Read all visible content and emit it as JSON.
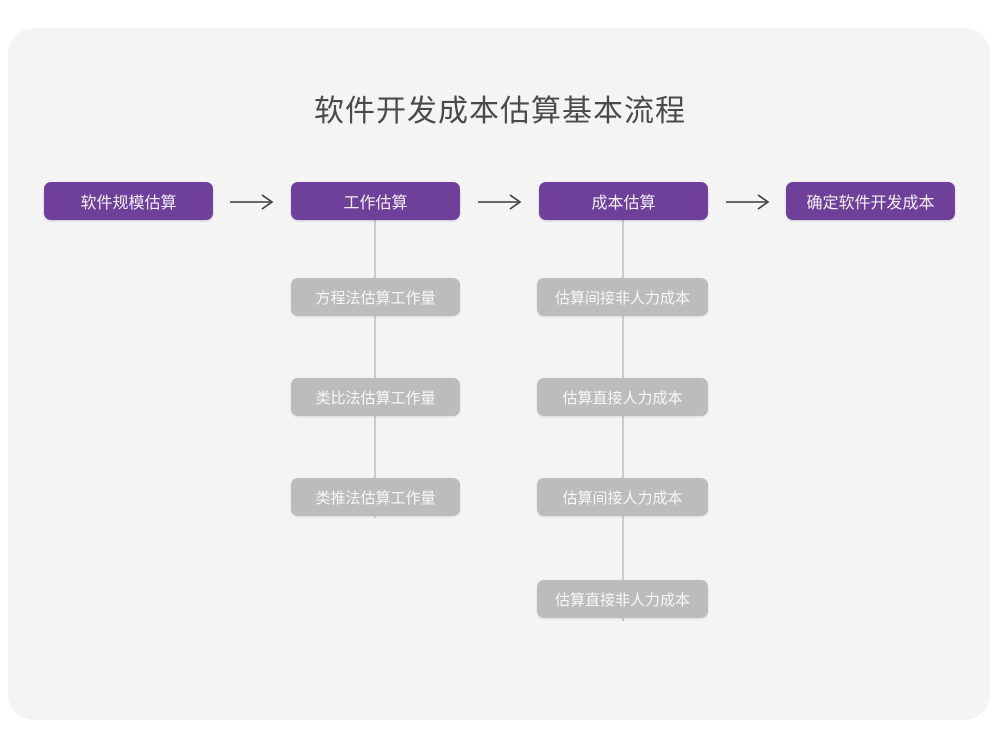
{
  "diagram": {
    "type": "flowchart",
    "title": "软件开发成本估算基本流程",
    "colors": {
      "page_background": "#ffffff",
      "card_background": "#f4f4f5",
      "primary_node": "#6f4099",
      "primary_node_text": "#f2eef7",
      "secondary_node": "#bcbcbc",
      "secondary_node_text": "#f7f7f7",
      "title_text": "#4a4a4a",
      "connector": "#cdcdcd",
      "arrow": "#3a3a3a"
    },
    "main_flow": [
      {
        "id": "step1",
        "label": "软件规模估算"
      },
      {
        "id": "step2",
        "label": "工作估算"
      },
      {
        "id": "step3",
        "label": "成本估算"
      },
      {
        "id": "step4",
        "label": "确定软件开发成本"
      }
    ],
    "arrows": [
      {
        "id": "arrow-1",
        "glyph": "arrow-right-icon",
        "from": "step1",
        "to": "step2"
      },
      {
        "id": "arrow-2",
        "glyph": "arrow-right-icon",
        "from": "step2",
        "to": "step3"
      },
      {
        "id": "arrow-3",
        "glyph": "arrow-right-icon",
        "from": "step3",
        "to": "step4"
      }
    ],
    "branches": [
      {
        "parent": "step2",
        "items": [
          {
            "label": "方程法估算工作量"
          },
          {
            "label": "类比法估算工作量"
          },
          {
            "label": "类推法估算工作量"
          }
        ]
      },
      {
        "parent": "step3",
        "items": [
          {
            "label": "估算间接非人力成本"
          },
          {
            "label": "估算直接人力成本"
          },
          {
            "label": "估算间接人力成本"
          },
          {
            "label": "估算直接非人力成本"
          }
        ]
      }
    ]
  }
}
